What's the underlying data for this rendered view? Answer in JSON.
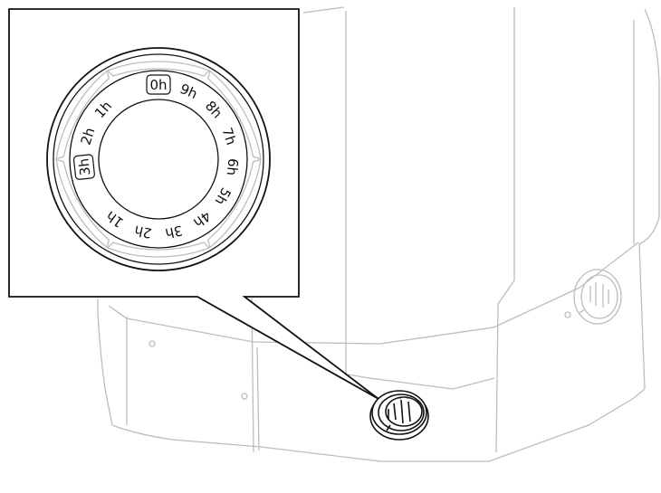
{
  "dial": {
    "labels": [
      {
        "text": "0h",
        "angle": 0,
        "highlight": true
      },
      {
        "text": "9h",
        "angle": 24
      },
      {
        "text": "8h",
        "angle": 48
      },
      {
        "text": "7h",
        "angle": 72
      },
      {
        "text": "6h",
        "angle": 96
      },
      {
        "text": "5h",
        "angle": 120
      },
      {
        "text": "4h",
        "angle": 144
      },
      {
        "text": "3h",
        "angle": 168
      },
      {
        "text": "2h",
        "angle": 192
      },
      {
        "text": "1h",
        "angle": 216
      },
      {
        "text": "3h",
        "angle": 264,
        "highlight": true
      },
      {
        "text": "2h",
        "angle": 288
      },
      {
        "text": "1h",
        "angle": 312
      }
    ]
  },
  "colors": {
    "outline": "#111111",
    "appliance": "#bdbdbd",
    "background": "#ffffff"
  }
}
